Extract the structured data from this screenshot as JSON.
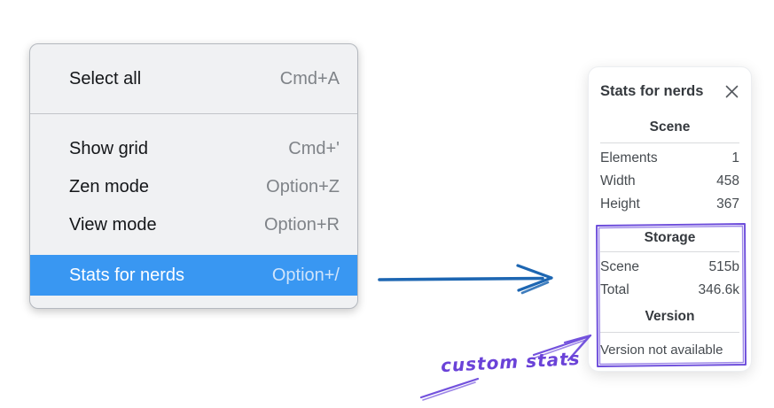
{
  "context_menu": {
    "items": [
      {
        "label": "Select all",
        "shortcut": "Cmd+A",
        "selected": false
      },
      {
        "label": "Show grid",
        "shortcut": "Cmd+'",
        "selected": false
      },
      {
        "label": "Zen mode",
        "shortcut": "Option+Z",
        "selected": false
      },
      {
        "label": "View mode",
        "shortcut": "Option+R",
        "selected": false
      },
      {
        "label": "Stats for nerds",
        "shortcut": "Option+/",
        "selected": true
      }
    ],
    "colors": {
      "highlight": "#3997f2",
      "background": "#f0f1f3",
      "shortcut_text": "#7f8388"
    }
  },
  "stats_panel": {
    "title": "Stats for nerds",
    "sections": [
      {
        "heading": "Scene",
        "rows": [
          {
            "label": "Elements",
            "value": "1"
          },
          {
            "label": "Width",
            "value": "458"
          },
          {
            "label": "Height",
            "value": "367"
          }
        ]
      },
      {
        "heading": "Storage",
        "rows": [
          {
            "label": "Scene",
            "value": "515b"
          },
          {
            "label": "Total",
            "value": "346.6k"
          }
        ]
      },
      {
        "heading": "Version",
        "note": "Version not available"
      }
    ]
  },
  "annotations": {
    "label": "custom stats",
    "purple": "#6c4cdb",
    "blue": "#1d66b2"
  }
}
